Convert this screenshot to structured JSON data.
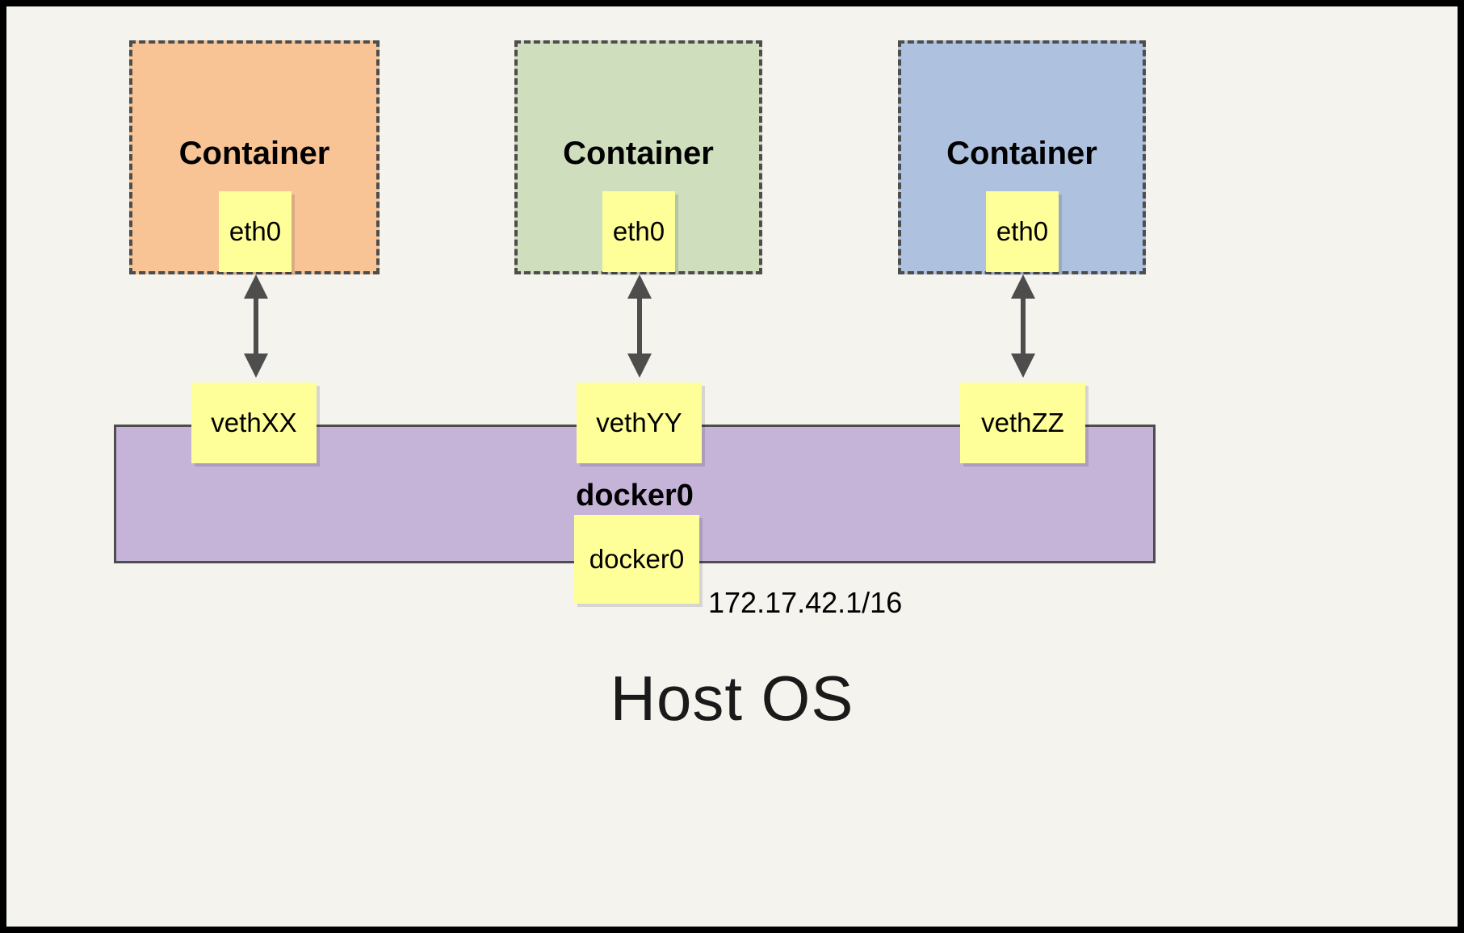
{
  "diagram": {
    "title_text": "Host OS",
    "background_color": "#f4f3ee",
    "border_color": "#000000",
    "containers": [
      {
        "label": "Container",
        "fill": "#f8c496",
        "border_color": "#4d4d4d",
        "interface": {
          "label": "eth0",
          "fill": "#ffff99"
        },
        "veth": {
          "label": "vethXX",
          "fill": "#ffff99"
        }
      },
      {
        "label": "Container",
        "fill": "#cfdfbd",
        "border_color": "#4d4d4d",
        "interface": {
          "label": "eth0",
          "fill": "#ffff99"
        },
        "veth": {
          "label": "vethYY",
          "fill": "#ffff99"
        }
      },
      {
        "label": "Container",
        "fill": "#aec1de",
        "border_color": "#4d4d4d",
        "interface": {
          "label": "eth0",
          "fill": "#ffff99"
        },
        "veth": {
          "label": "vethZZ",
          "fill": "#ffff99"
        }
      }
    ],
    "bridge": {
      "label": "docker0",
      "fill": "#c5b3d8",
      "border_color": "#4d4d4d",
      "interface_label": "docker0",
      "ip_address": "172.17.42.1/16"
    },
    "arrow_color": "#4d4d4d",
    "arrow_count": 3
  }
}
